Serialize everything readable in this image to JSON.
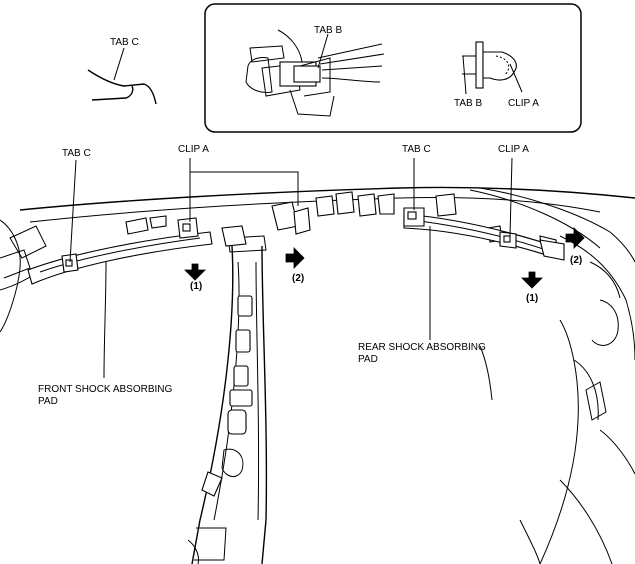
{
  "labels": {
    "tab_c_detail": "TAB C",
    "tab_b_inset_top": "TAB B",
    "tab_b_inset_side": "TAB B",
    "clip_a_inset": "CLIP A",
    "tab_c_front": "TAB C",
    "clip_a_front": "CLIP A",
    "tab_c_rear": "TAB C",
    "clip_a_rear": "CLIP A",
    "front_pad_line1": "FRONT SHOCK ABSORBING",
    "front_pad_line2": "PAD",
    "rear_pad_line1": "REAR SHOCK ABSORBING",
    "rear_pad_line2": "PAD"
  },
  "steps": {
    "front_down": "(1)",
    "front_right": "(2)",
    "rear_down": "(1)",
    "rear_right": "(2)"
  }
}
